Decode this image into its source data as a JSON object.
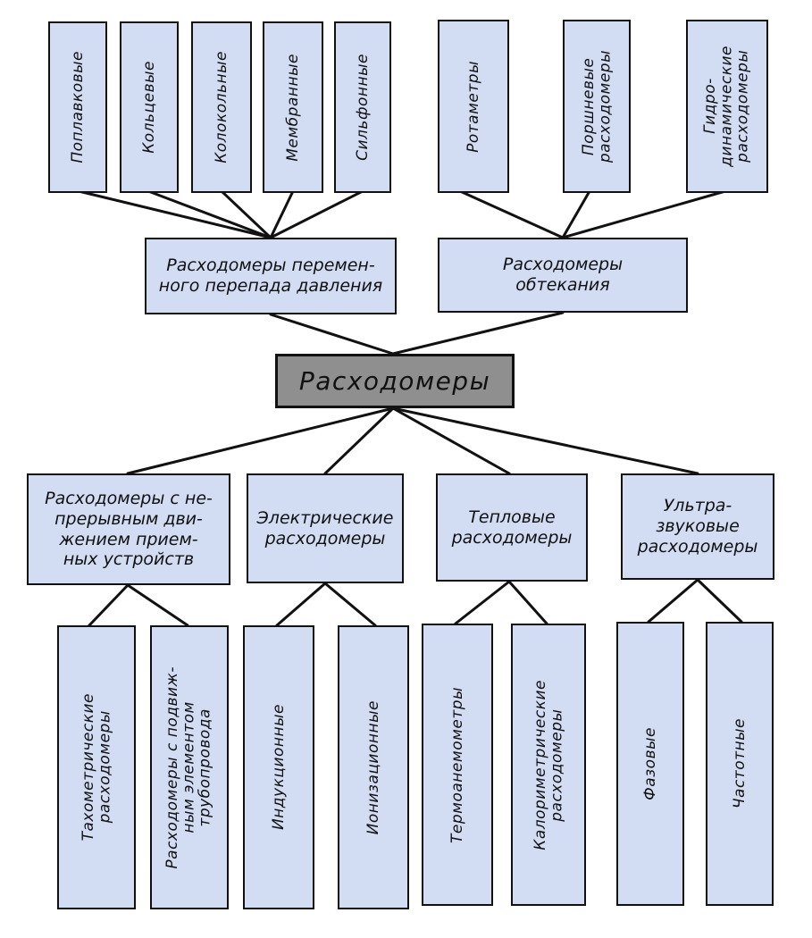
{
  "diagram": {
    "root": "Расходомеры",
    "groups": {
      "variable_pressure": "Расходомеры перемен-\nного перепада давления",
      "flow_around": "Расходомеры\nобтекания",
      "continuous_motion": "Расходомеры с не-\nпрерывным дви-\nжением прием-\nных устройств",
      "electrical": "Электрические\nрасходомеры",
      "thermal": "Тепловые\nрасходомеры",
      "ultrasonic": "Ультра-\nзвуковые\nрасходомеры"
    },
    "leaves": {
      "float": "Поплавковые",
      "ring": "Кольцевые",
      "bell": "Колокольные",
      "membrane": "Мембранные",
      "bellows": "Сильфонные",
      "rotameters": "Ротаметры",
      "piston": "Поршневые\nрасходомеры",
      "hydrodynamic": "Гидро-\nдинамические\nрасходомеры",
      "tachometric": "Тахометрические\nрасходомеры",
      "movable_pipe": "Расходомеры с подвиж-\nным элементом\nтрубопровода",
      "induction": "Индукционные",
      "ionization": "Ионизационные",
      "thermoanemometers": "Термоанемометры",
      "calorimetric": "Калориметрические\nрасходомеры",
      "phase": "Фазовые",
      "frequency": "Частотные"
    }
  }
}
